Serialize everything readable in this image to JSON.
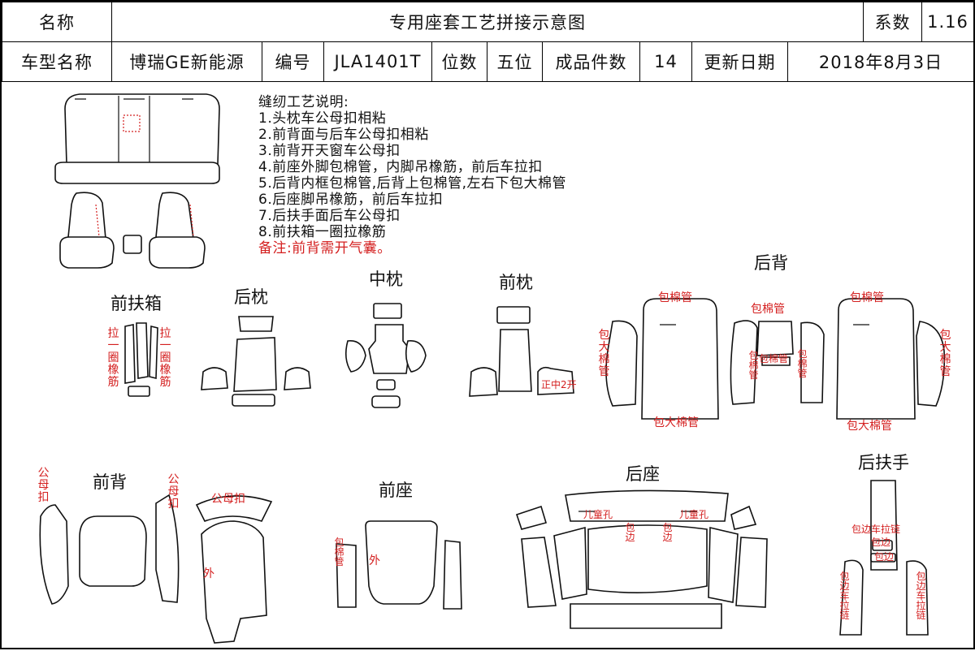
{
  "header": {
    "name_label": "名称",
    "title": "专用座套工艺拼接示意图",
    "coef_label": "系数",
    "coef_value": "1.16",
    "model_label": "车型名称",
    "model_value": "博瑞GE新能源",
    "code_label": "编号",
    "code_value": "JLA1401T",
    "seats_label": "位数",
    "seats_value": "五位",
    "pieces_label": "成品件数",
    "pieces_value": "14",
    "date_label": "更新日期",
    "date_value": "2018年8月3日"
  },
  "notes": {
    "title": "缝纫工艺说明:",
    "items": [
      "1.头枕车公母扣相粘",
      "2.前背面与后车公母扣相粘",
      "3.前背开天窗车公母扣",
      "4.前座外脚包棉管，内脚吊橡筋，前后车拉扣",
      "5.后背内框包棉管,后背上包棉管,左右下包大棉管",
      "6.后座脚吊橡筋，前后车拉扣",
      "7.后扶手面后车公母扣",
      "8.前扶箱一圈拉橡筋"
    ],
    "remark": "备注:前背需开气囊。"
  },
  "sections": {
    "front_armbox": "前扶箱",
    "rear_pillow": "后枕",
    "middle_pillow": "中枕",
    "front_pillow": "前枕",
    "rear_back": "后背",
    "front_back": "前背",
    "front_seat": "前座",
    "rear_seat": "后座",
    "rear_armrest": "后扶手"
  },
  "annotations": {
    "pull_elastic": "拉一圈橡筋",
    "front_split": "正中2开",
    "cotton_tube": "包棉管",
    "big_cotton_tube": "包大棉管",
    "male_female_buckle": "公母扣",
    "outer": "外",
    "child_hole": "儿童孔",
    "edge_wrap": "包边",
    "edge_zip": "包边车拉链"
  },
  "colors": {
    "line": "#111111",
    "annotation": "#d42020"
  }
}
